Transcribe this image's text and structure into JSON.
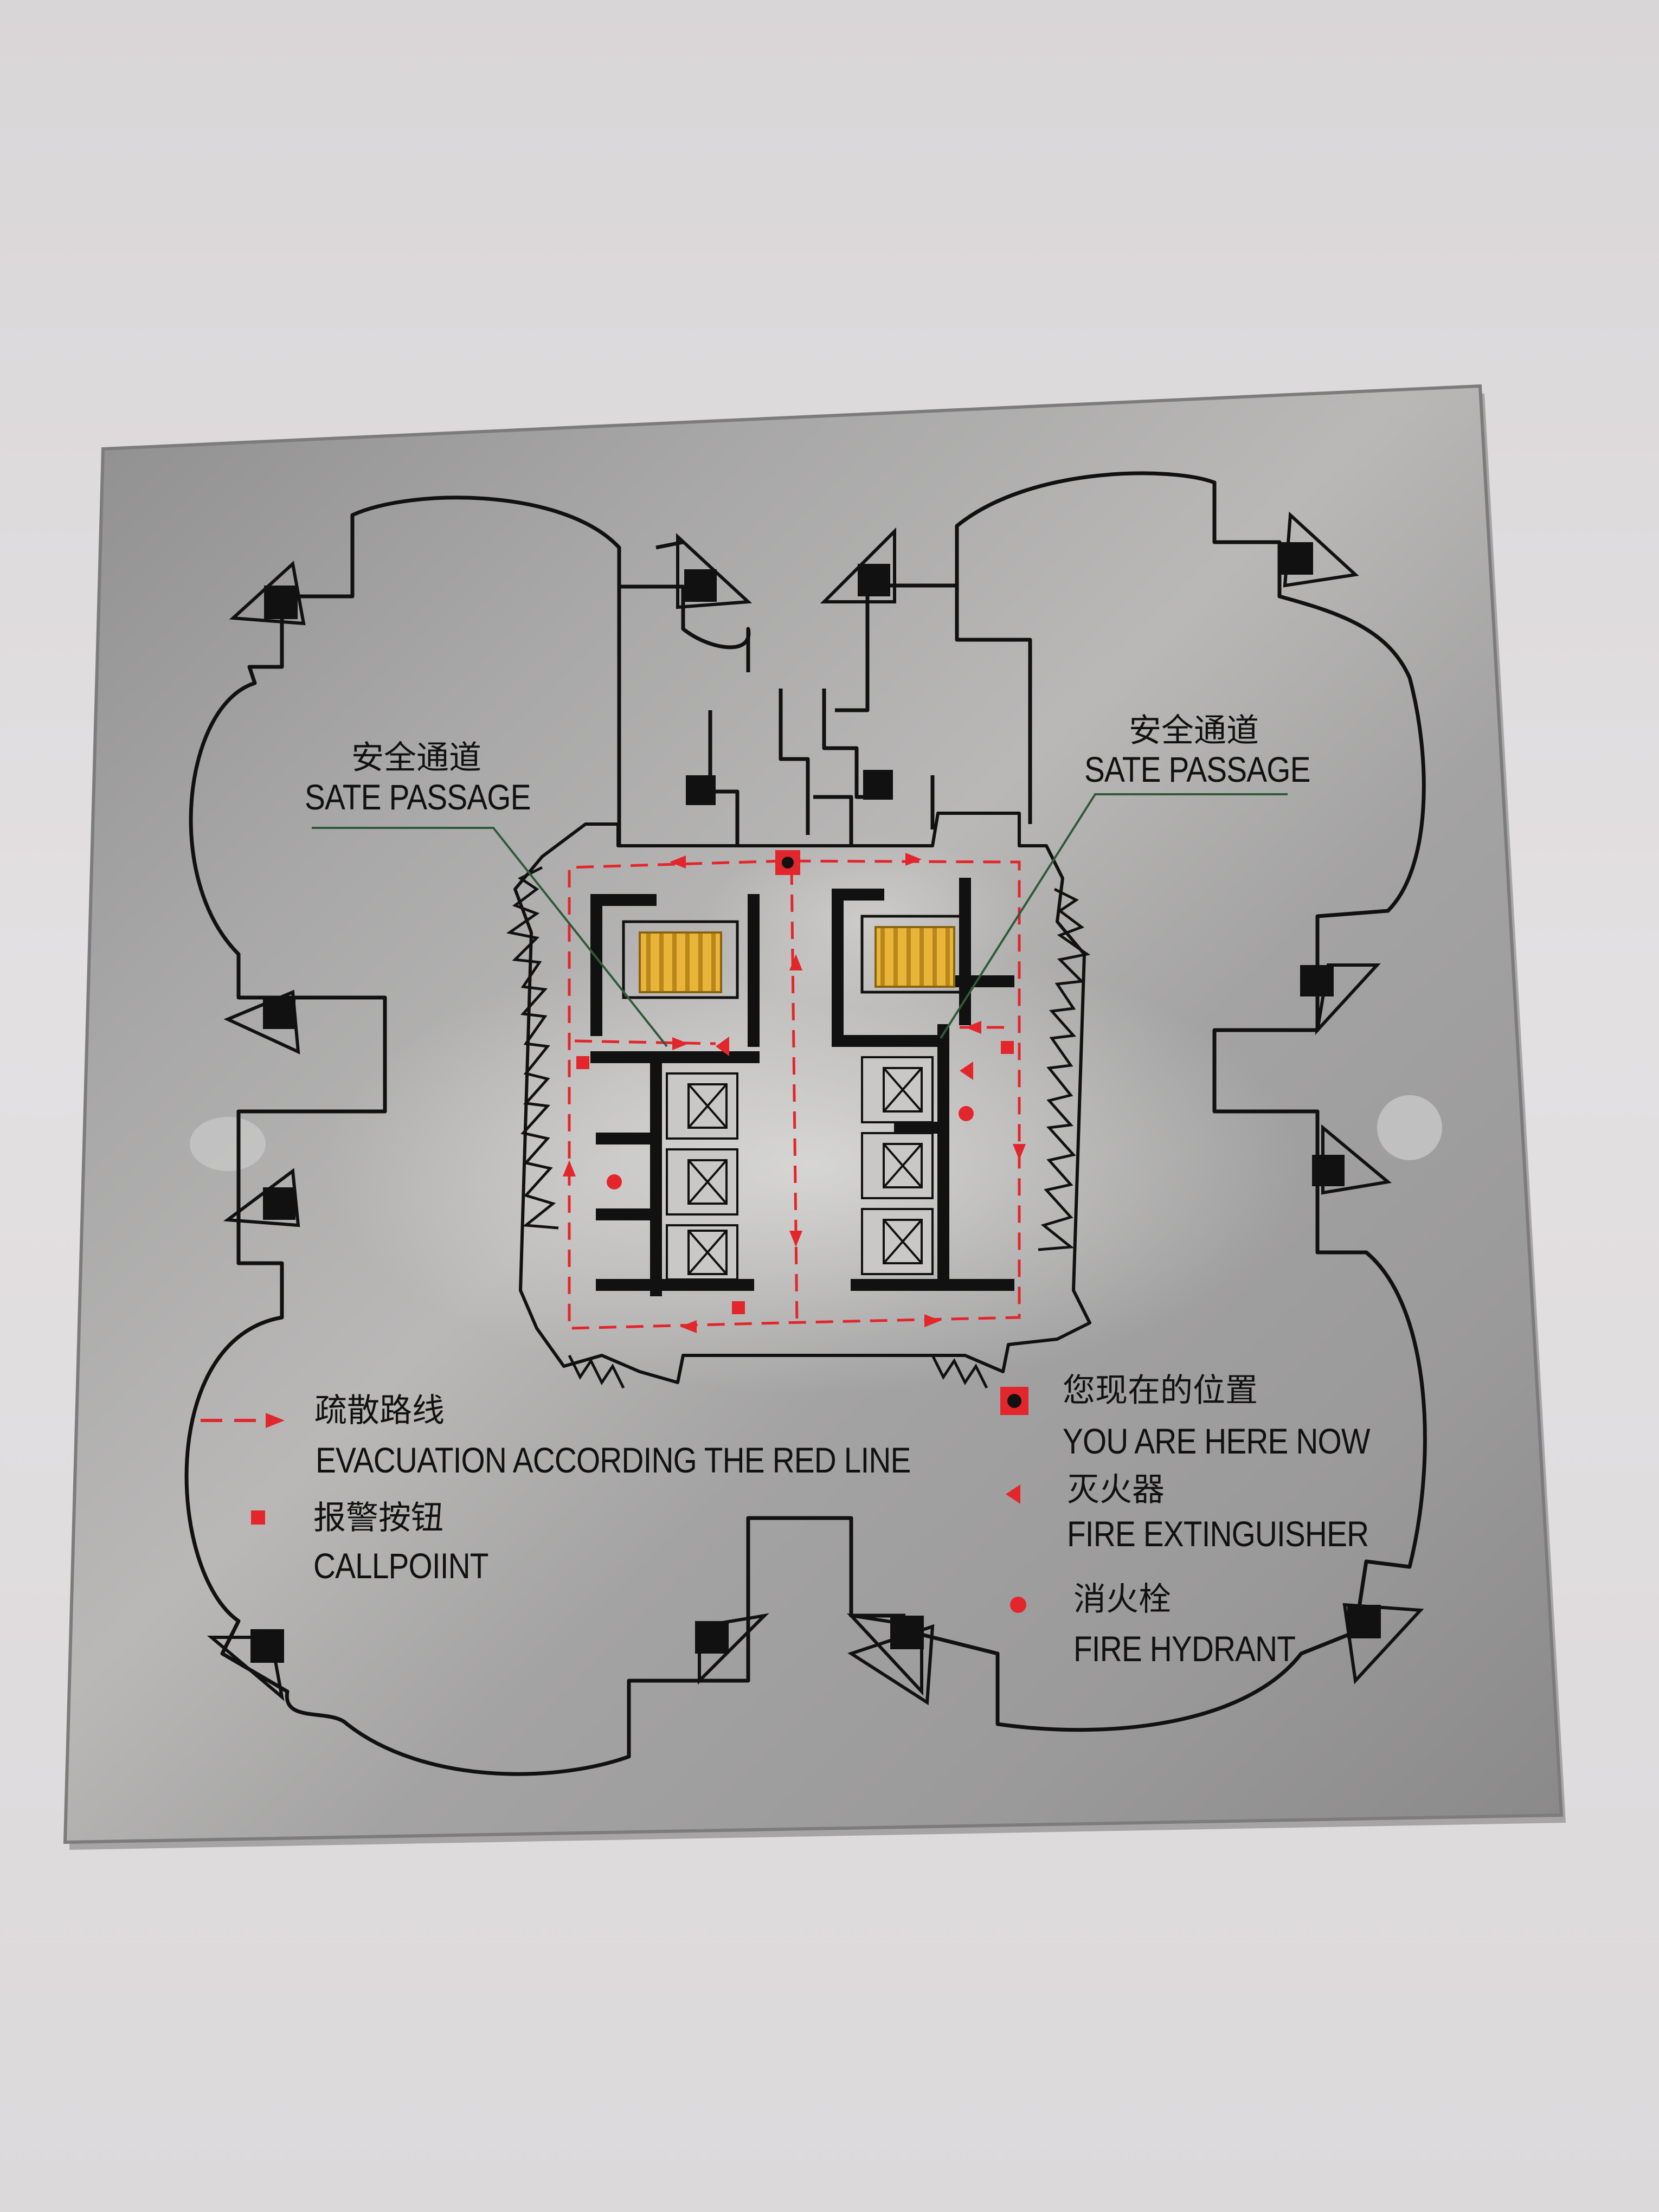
{
  "colors": {
    "wall": "#dedbdd",
    "plate": "#a3a2a2",
    "plate_edge": "#8d8c8c",
    "ink": "#111111",
    "route_red": "#e3262c",
    "stair_gold": "#e8b53a",
    "guide_green": "#2f5a3a"
  },
  "sign": {
    "safe_passage_left": {
      "cn": "安全通道",
      "en": "SATE PASSAGE"
    },
    "safe_passage_right": {
      "cn": "安全通道",
      "en": "SATE PASSAGE"
    },
    "legend": {
      "evacuation": {
        "cn": "疏散路线",
        "en": "EVACUATION  ACCORDING  THE RED   LINE"
      },
      "callpoint": {
        "cn": "报警按钮",
        "en": "CALLPOIINT"
      },
      "you_are_here": {
        "cn": "您现在的位置",
        "en": "YOU ARE HERE NOW"
      },
      "fire_extinguisher": {
        "cn": "灭火器",
        "en": "FIRE EXTINGUISHER"
      },
      "fire_hydrant": {
        "cn": "消火栓",
        "en": "FIRE HYDRANT"
      }
    }
  },
  "icons": {
    "stairs": "stairs-icon",
    "elevator": "elevator-icon",
    "you_are_here": "you-are-here-icon",
    "callpoint": "callpoint-icon",
    "fire_extinguisher": "fire-extinguisher-icon",
    "fire_hydrant": "fire-hydrant-icon",
    "evacuation_arrow": "evacuation-arrow-icon"
  }
}
